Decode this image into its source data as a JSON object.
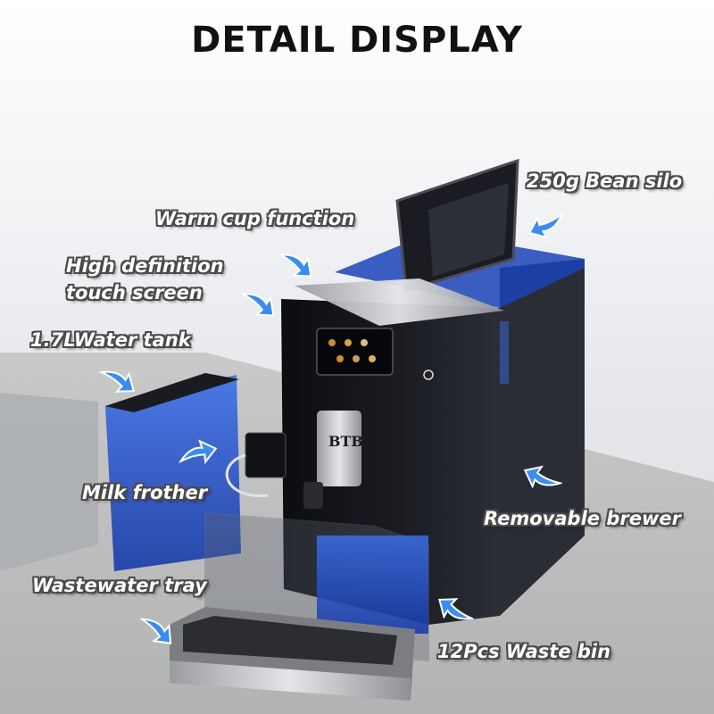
{
  "title": "DETAIL DISPLAY",
  "brand_logo": "BTB",
  "colors": {
    "label_fill": "#ffffff",
    "label_outline": "#4a4a4a",
    "arrow": "#3a8df0",
    "machine": "#141519",
    "water": "#1d52c9"
  },
  "labels": {
    "bean_silo": "250g Bean silo",
    "warm_cup": "Warm cup function",
    "touch_screen_line1": "High definition",
    "touch_screen_line2": "touch screen",
    "water_tank": "1.7LWater tank",
    "milk_frother": "Milk frother",
    "removable_brewer": "Removable brewer",
    "wastewater_tray": "Wastewater tray",
    "waste_bin": "12Pcs Waste bin"
  }
}
